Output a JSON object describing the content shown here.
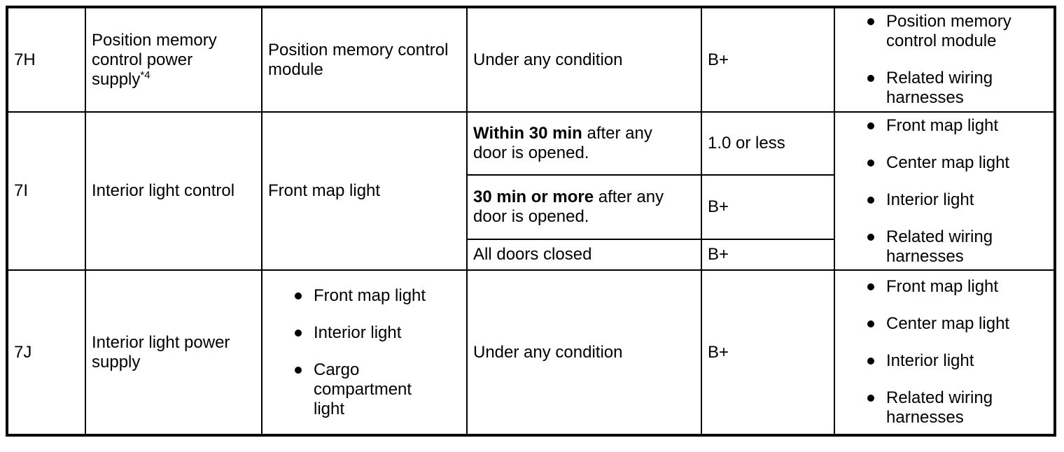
{
  "table": {
    "rows": [
      {
        "id": "7H",
        "fuse_name": "Position memory control power supply",
        "fuse_name_sup": "*4",
        "component": "Position memory control module",
        "conditions": [
          {
            "bold": "",
            "text": "Under any condition",
            "value": "B+"
          }
        ],
        "inspection": [
          "Position memory control module",
          "Related wiring harnesses"
        ]
      },
      {
        "id": "7I",
        "fuse_name": "Interior light control",
        "component": "Front map light",
        "conditions": [
          {
            "bold": "Within 30 min",
            "text": " after any door is opened.",
            "value": "1.0 or less"
          },
          {
            "bold": "30 min or more",
            "text": " after any door is opened.",
            "value": "B+"
          },
          {
            "bold": "",
            "text": "All doors closed",
            "value": "B+"
          }
        ],
        "inspection": [
          "Front map light",
          "Center map light",
          "Interior light",
          "Related wiring harnesses"
        ]
      },
      {
        "id": "7J",
        "fuse_name": "Interior light power supply",
        "component_list": [
          "Front map light",
          "Interior light",
          "Cargo compartment light"
        ],
        "conditions": [
          {
            "bold": "",
            "text": "Under any condition",
            "value": "B+"
          }
        ],
        "inspection": [
          "Front map light",
          "Center map light",
          "Interior light",
          "Related wiring harnesses"
        ]
      }
    ]
  }
}
